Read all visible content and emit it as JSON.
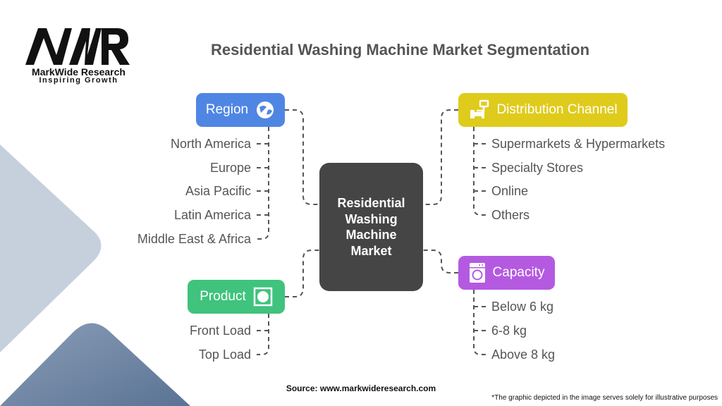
{
  "logo": {
    "brand": "MarkWide Research",
    "tagline": "Inspiring Growth",
    "mark": "MWR"
  },
  "title": "Residential Washing Machine Market Segmentation",
  "center": {
    "lines": [
      "Residential",
      "Washing",
      "Machine",
      "Market"
    ]
  },
  "segments": {
    "region": {
      "label": "Region",
      "icon": "globe-icon",
      "color": "#4f86e4",
      "items": [
        "North America",
        "Europe",
        "Asia Pacific",
        "Latin America",
        "Middle East & Africa"
      ]
    },
    "distribution": {
      "label": "Distribution Channel",
      "icon": "network-icon",
      "color": "#dfcb1c",
      "items": [
        "Supermarkets & Hypermarkets",
        "Specialty Stores",
        "Online",
        "Others"
      ]
    },
    "product": {
      "label": "Product",
      "icon": "washer-door-icon",
      "color": "#3fc37d",
      "items": [
        "Front Load",
        "Top Load"
      ]
    },
    "capacity": {
      "label": "Capacity",
      "icon": "washing-machine-icon",
      "color": "#b45ae1",
      "items": [
        "Below 6 kg",
        "6-8 kg",
        "Above 8 kg"
      ]
    }
  },
  "footer": {
    "source": "Source: www.markwideresearch.com",
    "note": "*The graphic depicted in the image serves solely for illustrative purposes"
  }
}
